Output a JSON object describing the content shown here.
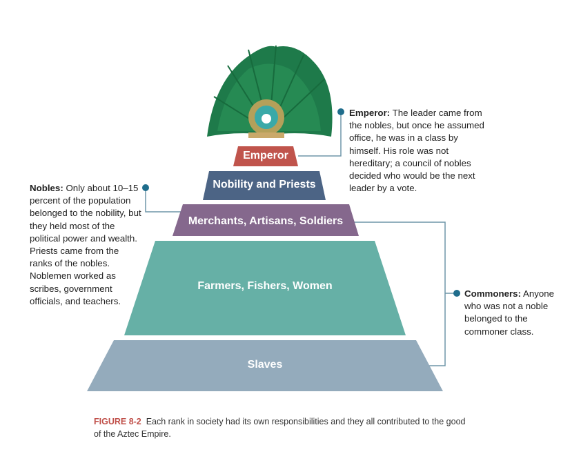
{
  "pyramid": {
    "levels": [
      {
        "label": "Emperor",
        "color": "#c0544c"
      },
      {
        "label": "Nobility and Priests",
        "color": "#4c6485"
      },
      {
        "label": "Merchants, Artisans, Soldiers",
        "color": "#85688d"
      },
      {
        "label": "Farmers, Fishers, Women",
        "color": "#66b0a6"
      },
      {
        "label": "Slaves",
        "color": "#94abbc"
      }
    ]
  },
  "callouts": {
    "emperor": {
      "title": "Emperor:",
      "text": "The leader came from the nobles, but once he assumed office, he was in a class by himself. His role was not hereditary; a council of nobles decided who would be the next leader by a vote."
    },
    "nobles": {
      "title": "Nobles:",
      "text": "Only about 10–15 percent of the population belonged to the nobility, but they held most of the political power and wealth. Priests came from the ranks of the nobles. Noblemen worked as scribes, government officials, and teachers."
    },
    "commoners": {
      "title": "Commoners:",
      "text": "Anyone who was not a noble belonged to the commoner class."
    }
  },
  "caption": {
    "figure": "FIGURE 8-2",
    "text": "Each rank in society had its own responsibilities and they all contributed to the good of the Aztec Empire."
  },
  "colors": {
    "connector": "#6f96a8",
    "dot": "#1f6d8c"
  }
}
